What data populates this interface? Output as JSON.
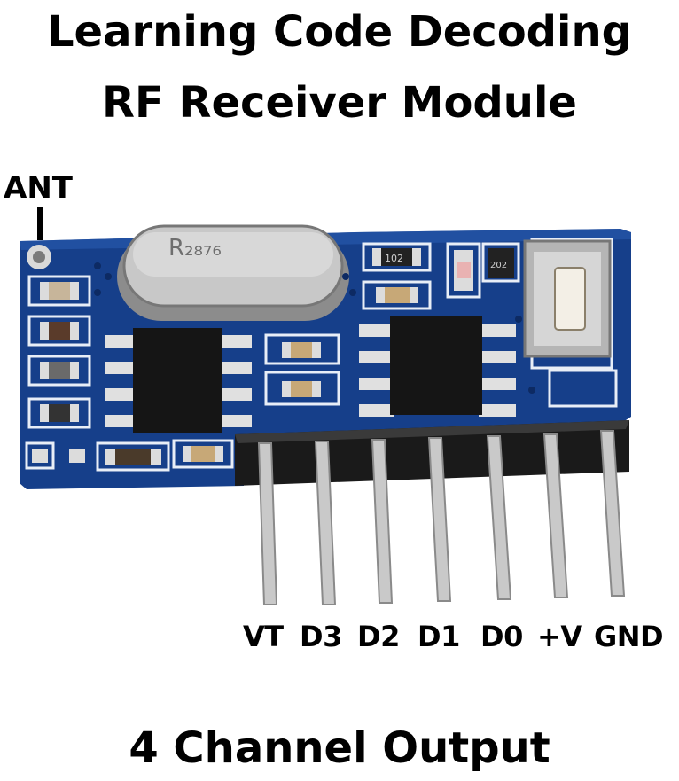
{
  "title_line1": "Learning Code Decoding",
  "title_line2": "RF Receiver Module",
  "antenna_label": "ANT",
  "pins": [
    "VT",
    "D3",
    "D2",
    "D1",
    "D0",
    "+V",
    "GND"
  ],
  "footer": "4 Channel Output",
  "chip_markings": {
    "crystal": "R₂₈₇₆",
    "resistor1": "102",
    "resistor2": "202"
  },
  "colors": {
    "pcb": "#163f8a",
    "pcb_dark": "#0d2a63",
    "silkscreen": "#e8eef7",
    "pin_metal": "#c9c9c9",
    "header_plastic": "#1a1a1a",
    "chip_body": "#151515"
  }
}
